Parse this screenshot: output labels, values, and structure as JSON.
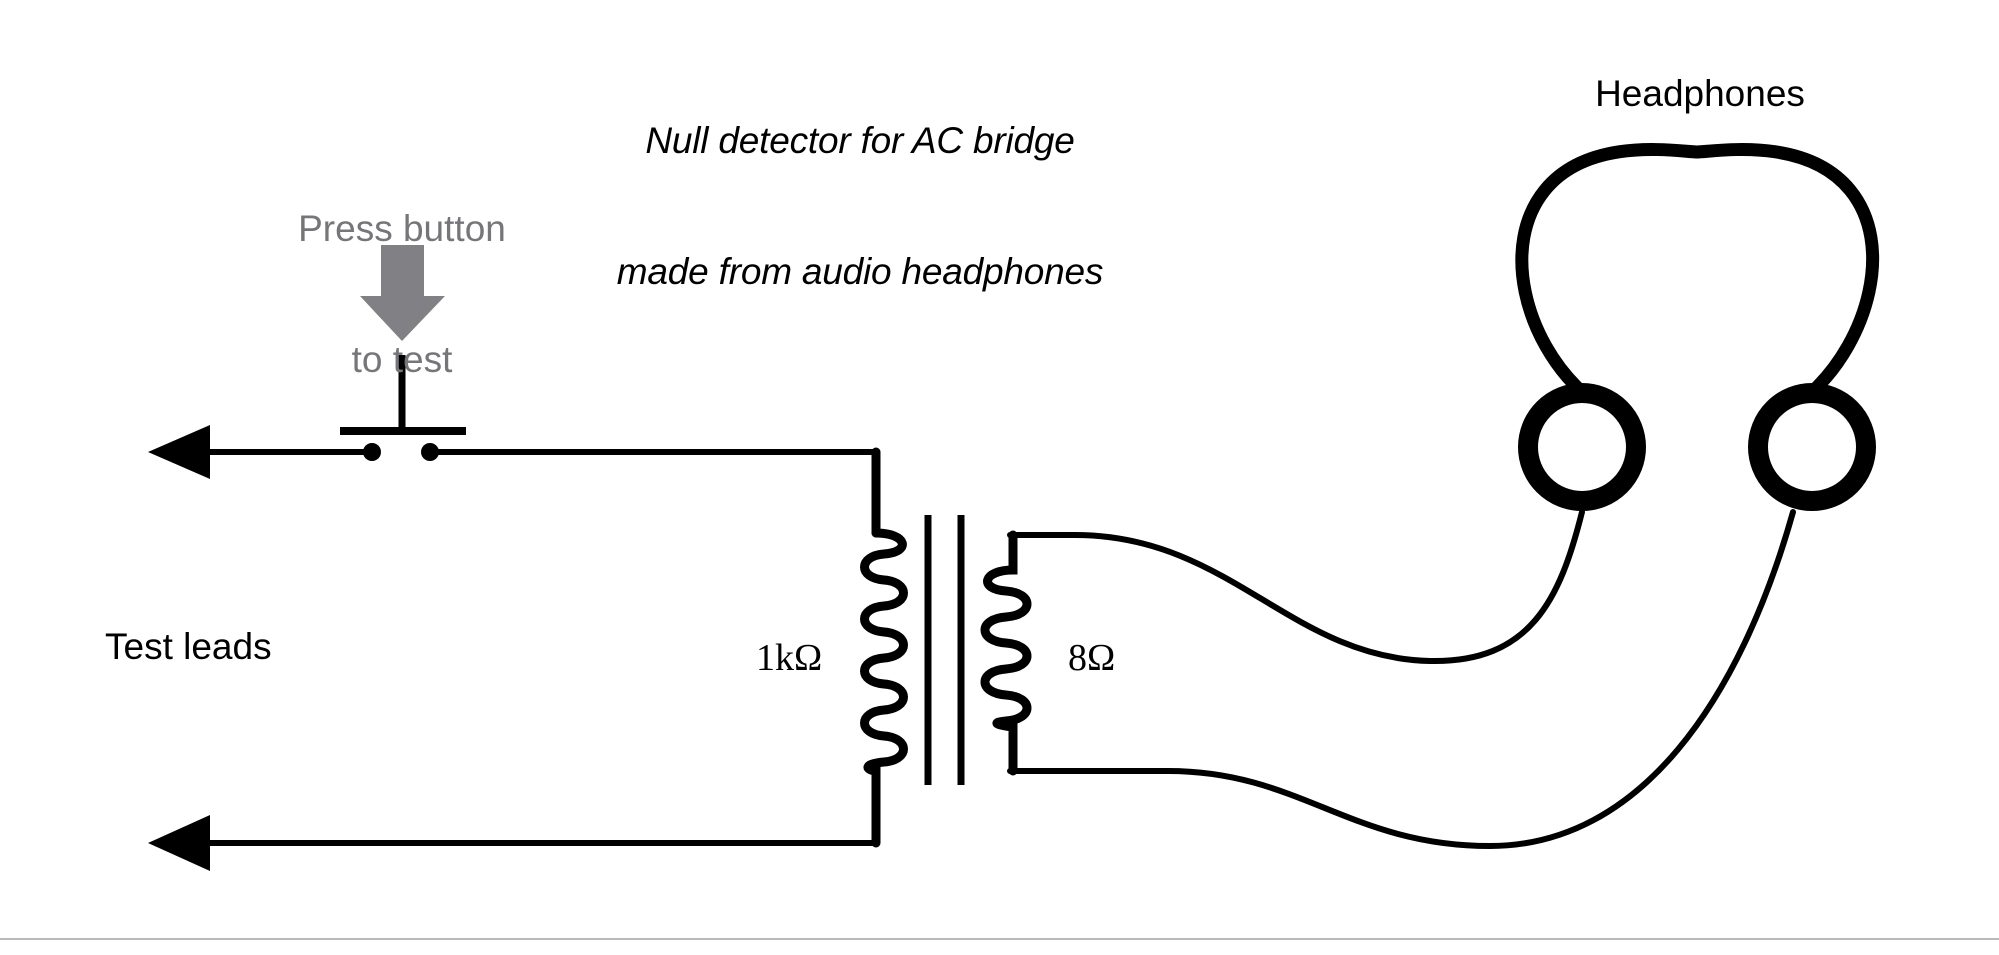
{
  "figure": {
    "title_line1": "Null detector for AC bridge",
    "title_line2": "made from audio headphones",
    "annotation_press_line1": "Press button",
    "annotation_press_line2": "to test",
    "label_headphones": "Headphones",
    "label_test_leads": "Test leads",
    "label_primary": "1kΩ",
    "label_secondary": "8Ω"
  },
  "colors": {
    "wire": "#000000",
    "annotation_gray": "#76767a",
    "background": "#ffffff",
    "rule": "#b9b9bd"
  },
  "components": {
    "pushbutton": "normally-open-pushbutton-switch",
    "transformer": "iron-core-step-down-transformer",
    "primary_impedance": "1kΩ",
    "secondary_impedance": "8Ω",
    "load": "audio headphones"
  }
}
